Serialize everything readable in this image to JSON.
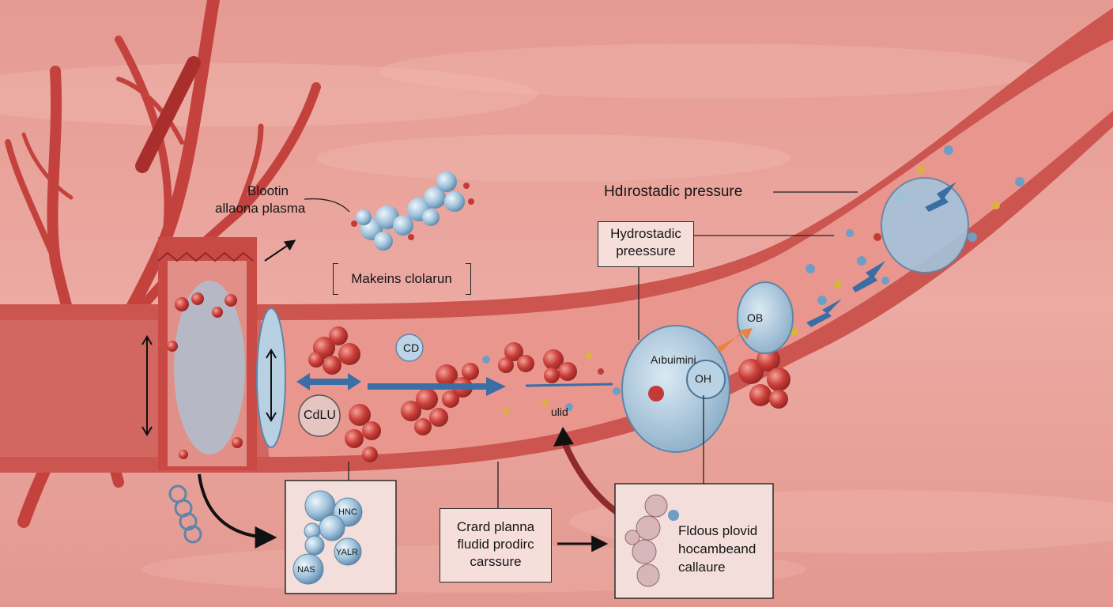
{
  "labels": {
    "blood_plasma": "Blootin\nallaona plasma",
    "makeins": "Makeins clolarun",
    "hydrostatic_top": "Hdırostadic pressure",
    "hydrostatic_box": "Hydrostadic\npreessure",
    "albumin": "Aıbuimini",
    "oh": "OH",
    "ob": "OB",
    "cd": "CD",
    "cdlu": "CdLU",
    "ulid": "ulid",
    "circle_hnc": "HNC",
    "circle_yalr": "YALR",
    "circle_nas": "NAS",
    "crard_box": "Crard planna\nfludid prodirc\ncarssure",
    "fldous_box": "Fldous plovid\nhocambeand\ncallaure"
  },
  "colors": {
    "background": "#e9a39b",
    "vessel_wall": "#c9504b",
    "vessel_lumen": "#e7918a",
    "red_cell": "#c43a36",
    "protein": "#8fb4cf",
    "arrow": "#3a6ea5"
  }
}
